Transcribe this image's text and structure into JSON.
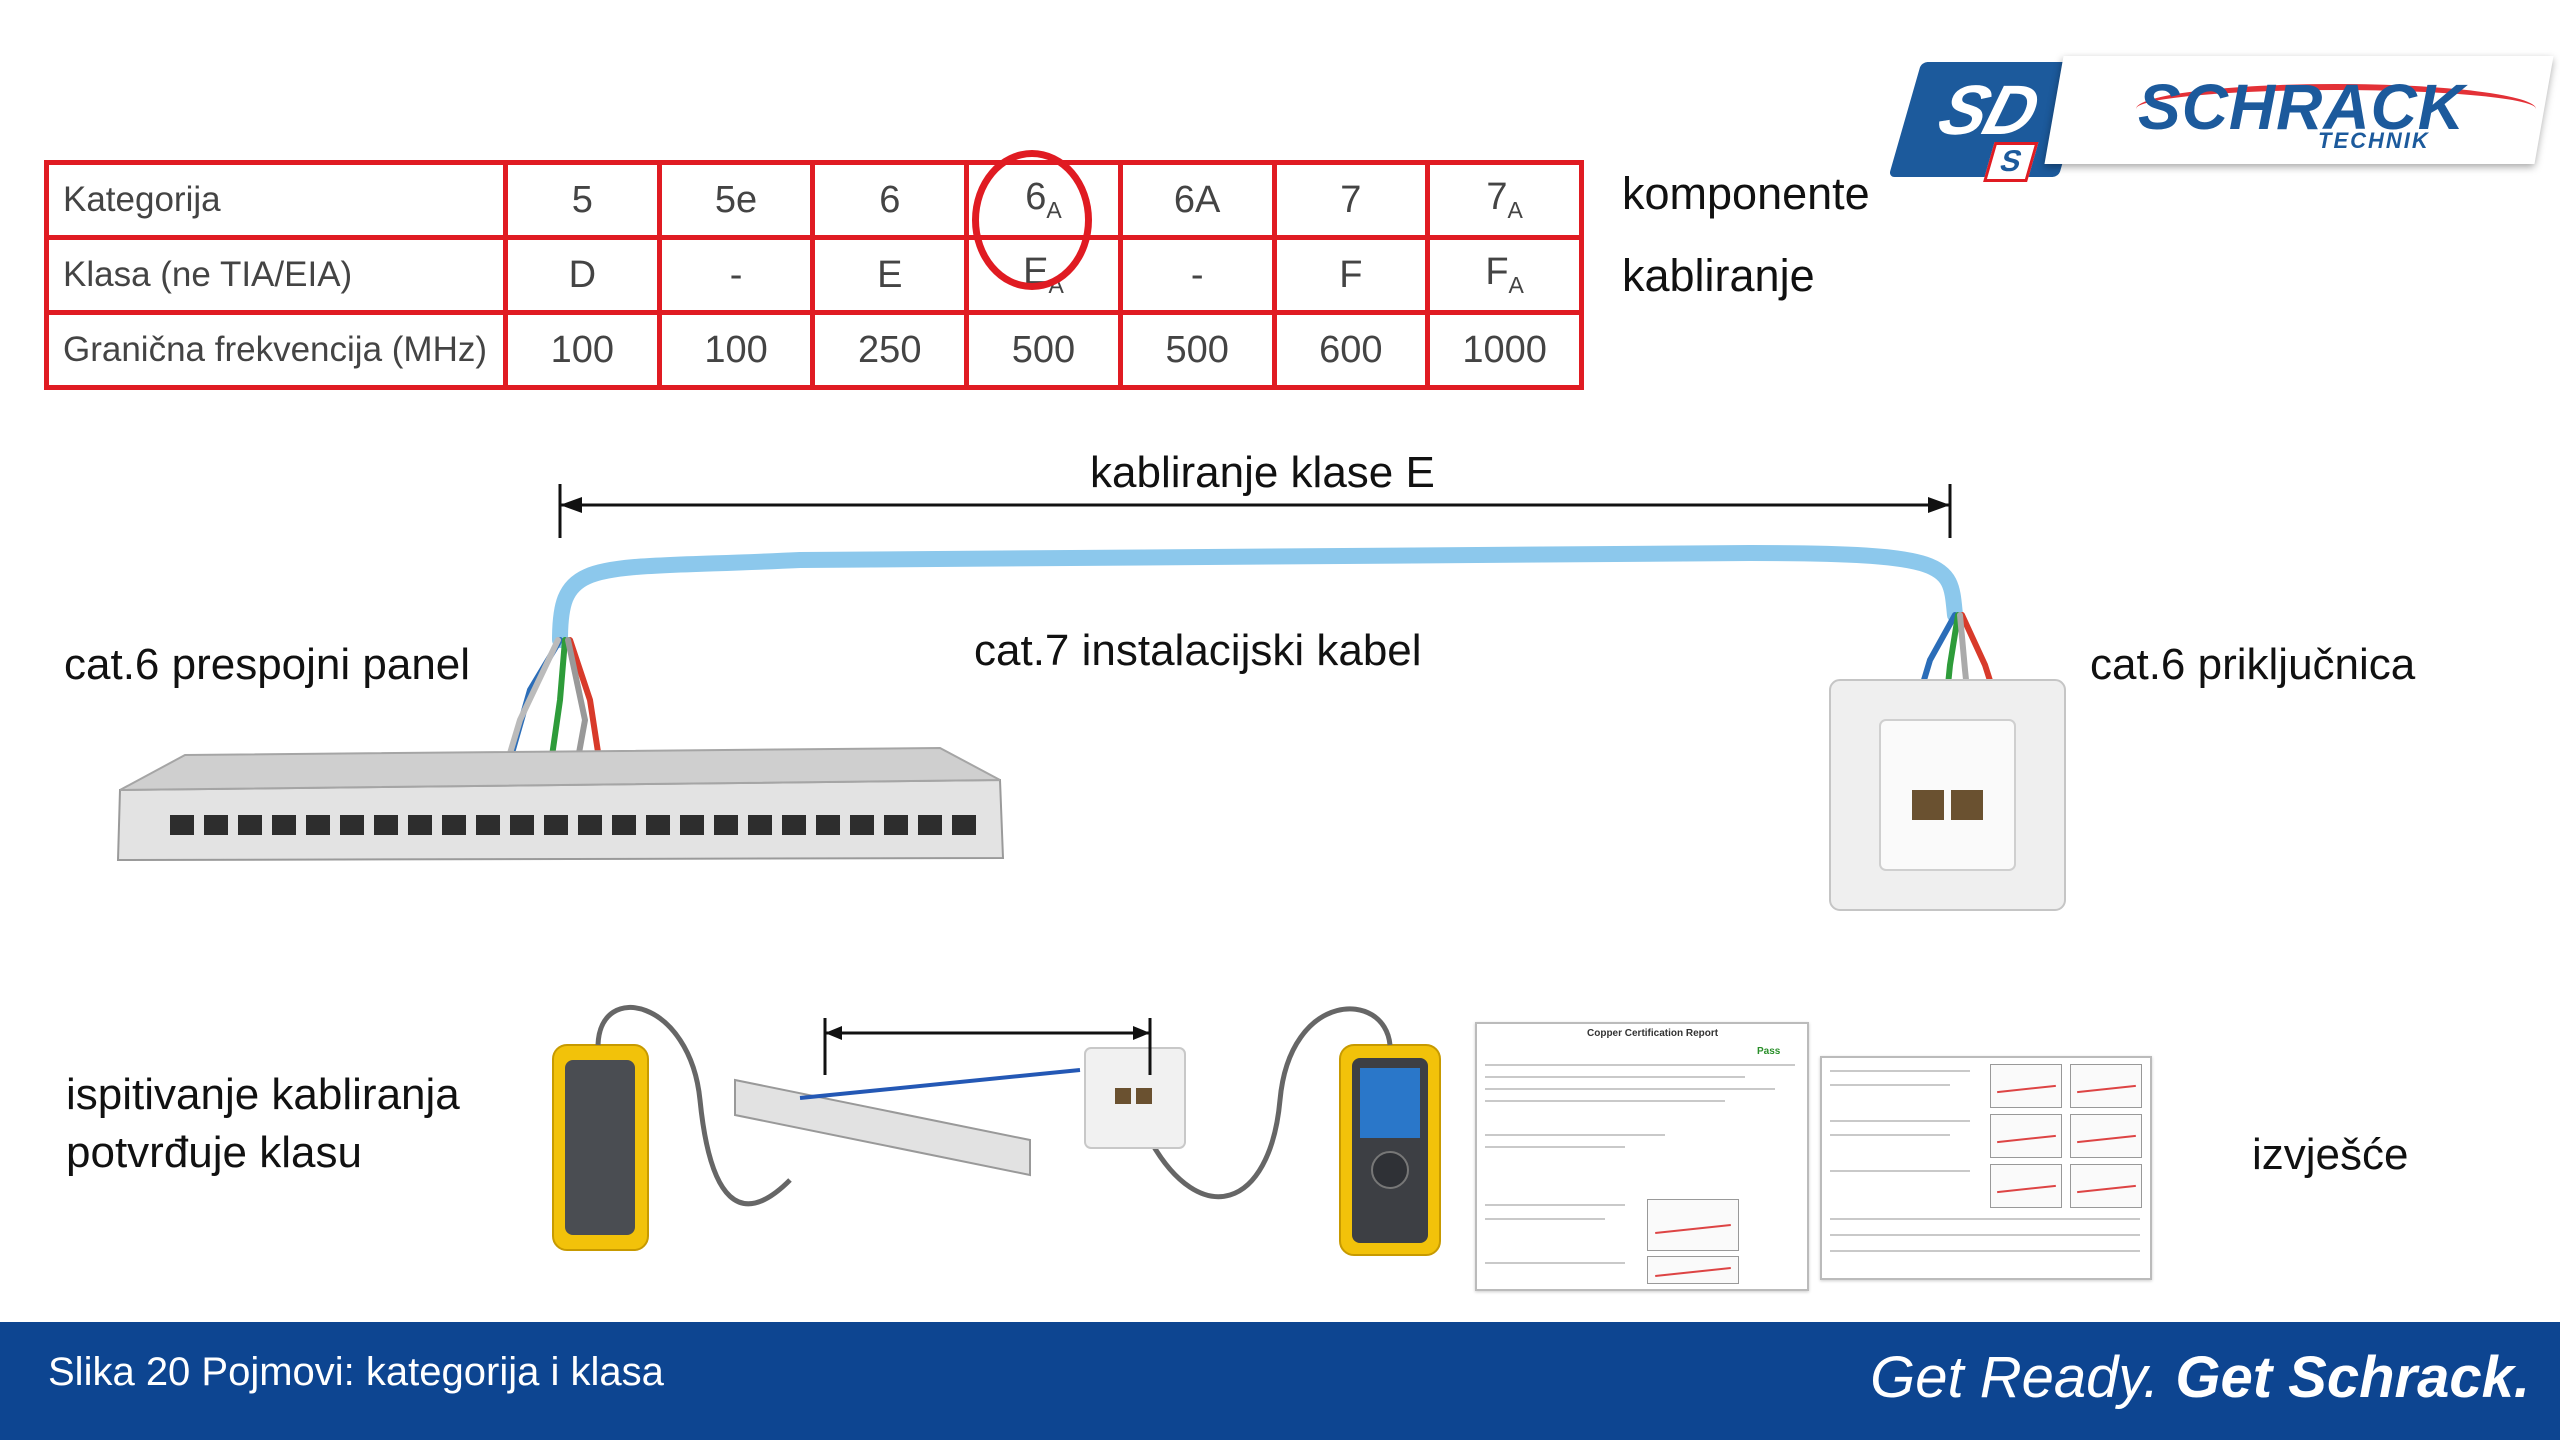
{
  "table": {
    "rows": [
      {
        "label": "Kategorija",
        "cells": [
          {
            "main": "5",
            "sub": ""
          },
          {
            "main": "5e",
            "sub": ""
          },
          {
            "main": "6",
            "sub": ""
          },
          {
            "main": "6",
            "sub": "A"
          },
          {
            "main": "6A",
            "sub": ""
          },
          {
            "main": "7",
            "sub": ""
          },
          {
            "main": "7",
            "sub": "A"
          }
        ]
      },
      {
        "label": "Klasa (ne TIA/EIA)",
        "cells": [
          {
            "main": "D",
            "sub": ""
          },
          {
            "main": "-",
            "sub": ""
          },
          {
            "main": "E",
            "sub": ""
          },
          {
            "main": "E",
            "sub": "A"
          },
          {
            "main": "-",
            "sub": ""
          },
          {
            "main": "F",
            "sub": ""
          },
          {
            "main": "F",
            "sub": "A"
          }
        ]
      },
      {
        "label": "Granična frekvencija (MHz)",
        "cells": [
          {
            "main": "100",
            "sub": ""
          },
          {
            "main": "100",
            "sub": ""
          },
          {
            "main": "250",
            "sub": ""
          },
          {
            "main": "500",
            "sub": ""
          },
          {
            "main": "500",
            "sub": ""
          },
          {
            "main": "600",
            "sub": ""
          },
          {
            "main": "1000",
            "sub": ""
          }
        ]
      }
    ],
    "side_labels": [
      "komponente",
      "kabliranje"
    ],
    "highlight_color": "#e01b22"
  },
  "logo": {
    "sd": "SD",
    "s": "S",
    "brand": "SCHRACK",
    "sub": "TECHNIK"
  },
  "diagram": {
    "span_label": "kabliranje klase E",
    "panel_label": "cat.6 prespojni panel",
    "cable_label": "cat.7 instalacijski kabel",
    "outlet_label": "cat.6 priključnica",
    "test_label_line1": "ispitivanje kabliranja",
    "test_label_line2": "potvrđuje klasu",
    "report_label": "izvješće",
    "report_title": "Copper Certification Report",
    "report_pass": "Pass",
    "cable_color": "#8cc8ec"
  },
  "footer": {
    "caption": "Slika 20 Pojmovi: kategorija i klasa",
    "tagline_a": "Get Ready.",
    "tagline_b": "Get Schrack.",
    "bg": "#0d4591"
  }
}
